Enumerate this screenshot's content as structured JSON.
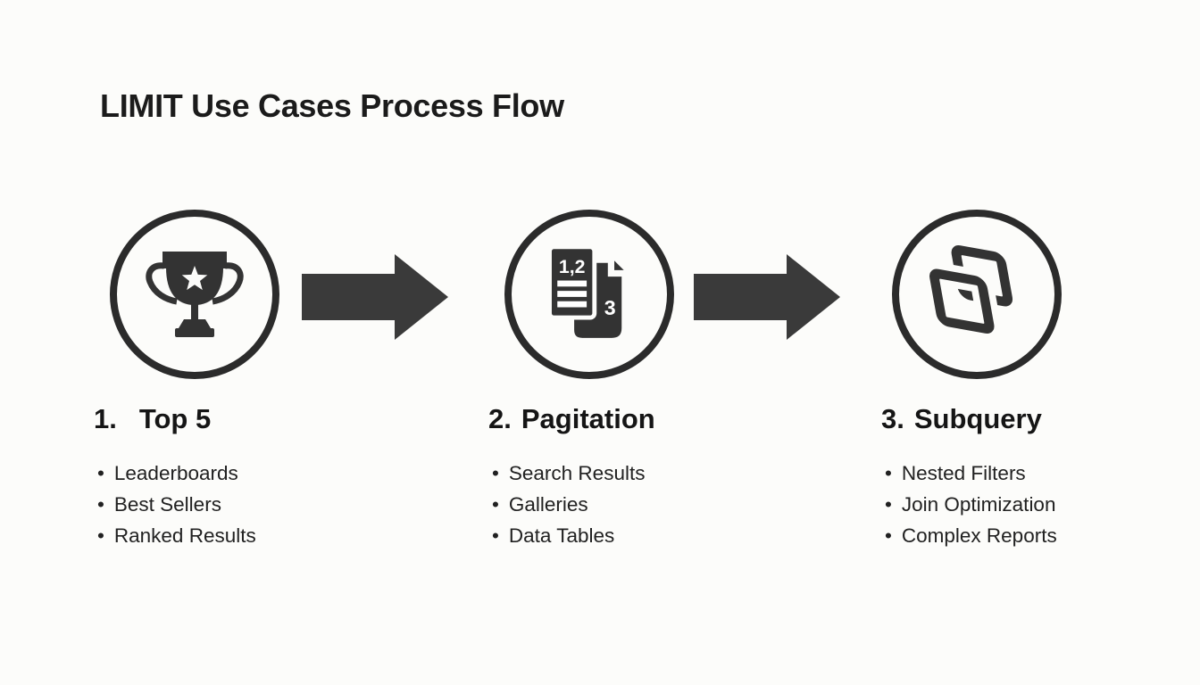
{
  "title": "LIMIT Use Cases Process Flow",
  "steps": [
    {
      "number": "1.",
      "name": "Top 5",
      "icon": "trophy-icon",
      "items": [
        "Leaderboards",
        "Best Sellers",
        "Ranked Results"
      ]
    },
    {
      "number": "2.",
      "name": "Pagitation",
      "icon": "paginated-pages-icon",
      "items": [
        "Search Results",
        "Galleries",
        "Data Tables"
      ]
    },
    {
      "number": "3.",
      "name": "Subquery",
      "icon": "stacked-squares-icon",
      "items": [
        "Nested Filters",
        "Join Optimization",
        "Complex Reports"
      ]
    }
  ],
  "icon_text": {
    "page_front_label": "1,2",
    "page_back_label": "3"
  },
  "colors": {
    "background": "#fcfcfa",
    "circle_stroke": "#2b2b2b",
    "icon_ink": "#333333",
    "arrow_ink": "#3a3a3a",
    "title_text": "#1b1b1b",
    "body_text": "#212121"
  }
}
